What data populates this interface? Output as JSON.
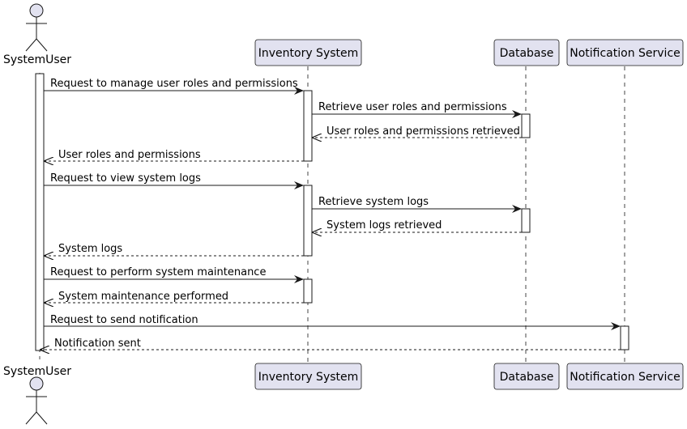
{
  "colors": {
    "participant_fill": "#E2E2F0",
    "participant_stroke": "#181818",
    "line": "#181818",
    "activation_fill": "#FFFFFF",
    "background": "#FFFFFF"
  },
  "participants": [
    {
      "id": "user",
      "label": "SystemUser",
      "kind": "actor"
    },
    {
      "id": "inv",
      "label": "Inventory System",
      "kind": "box"
    },
    {
      "id": "db",
      "label": "Database",
      "kind": "box"
    },
    {
      "id": "notif",
      "label": "Notification Service",
      "kind": "box"
    }
  ],
  "messages": [
    {
      "label": "Request to manage user roles and permissions",
      "from": "user",
      "to": "inv",
      "style": "solid"
    },
    {
      "label": "Retrieve user roles and permissions",
      "from": "inv",
      "to": "db",
      "style": "solid"
    },
    {
      "label": "User roles and permissions retrieved",
      "from": "db",
      "to": "inv",
      "style": "dashed"
    },
    {
      "label": "User roles and permissions",
      "from": "inv",
      "to": "user",
      "style": "dashed"
    },
    {
      "label": "Request to view system logs",
      "from": "user",
      "to": "inv",
      "style": "solid"
    },
    {
      "label": "Retrieve system logs",
      "from": "inv",
      "to": "db",
      "style": "solid"
    },
    {
      "label": "System logs retrieved",
      "from": "db",
      "to": "inv",
      "style": "dashed"
    },
    {
      "label": "System logs",
      "from": "inv",
      "to": "user",
      "style": "dashed"
    },
    {
      "label": "Request to perform system maintenance",
      "from": "user",
      "to": "inv",
      "style": "solid"
    },
    {
      "label": "System maintenance performed",
      "from": "inv",
      "to": "user",
      "style": "dashed"
    },
    {
      "label": "Request to send notification",
      "from": "user",
      "to": "notif",
      "style": "solid"
    },
    {
      "label": "Notification sent",
      "from": "notif",
      "to": "user",
      "style": "dashed"
    }
  ]
}
